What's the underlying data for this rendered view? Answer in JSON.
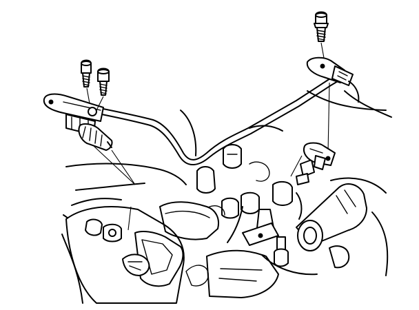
{
  "figure": {
    "kind": "technical line illustration",
    "colors": {
      "ink": "#000000",
      "paper": "#ffffff"
    },
    "parts": [
      "shift-cable",
      "cable-end-fitting",
      "rubber-boot",
      "mounting-bolt",
      "mounting-bolt",
      "mounting-bolt",
      "cable-bracket",
      "cable-clip",
      "shift-lever-linkage",
      "transmission-case",
      "starter-motor"
    ]
  }
}
